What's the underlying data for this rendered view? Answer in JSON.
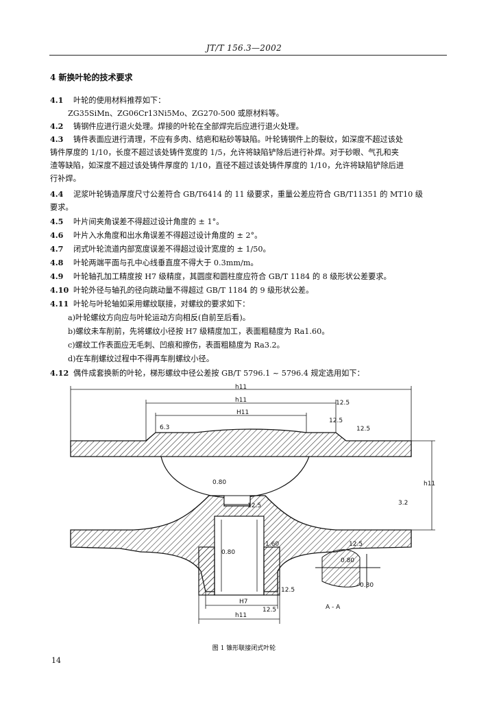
{
  "header": {
    "code": "JT/T 156.3—2002"
  },
  "section": {
    "title": "4   新换叶轮的技术要求"
  },
  "paras": {
    "p4_1_num": "4.1",
    "p4_1_text": "叶轮的使用材料推荐如下：",
    "p4_1_mat": "ZG35SiMn、ZG06Cr13Ni5Mo、ZG270-500 或原材料等。",
    "p4_2_num": "4.2",
    "p4_2_text": "铸钢件应进行退火处理。焊接的叶轮在全部焊完后应进行退火处理。",
    "p4_3_num": "4.3",
    "p4_3_l1": "铸件表面应进行清理，不应有多肉、结疤和粘砂等缺陷。叶轮铸钢件上的裂纹，如深度不超过该处",
    "p4_3_l2": "铸件厚度的 1/10，长度不超过该处铸件宽度的 1/5，允许将缺陷铲除后进行补焊。对于砂眼、气孔和夹",
    "p4_3_l3": "渣等缺陷，如深度不超过该处铸件厚度的 1/10，直径不超过该处铸件厚度的 1/10，允许将缺陷铲除后进",
    "p4_3_l4": "行补焊。",
    "p4_4_num": "4.4",
    "p4_4_l1": "泥浆叶轮铸造厚度尺寸公差符合 GB/T6414 的 11 级要求，重量公差应符合 GB/T11351 的 MT10 级",
    "p4_4_l2": "要求。",
    "p4_5_num": "4.5",
    "p4_5_text": "叶片间夹角误差不得超过设计角度的 ± 1°。",
    "p4_6_num": "4.6",
    "p4_6_text": "叶片入水角度和出水角误差不得超过设计角度的 ± 2°。",
    "p4_7_num": "4.7",
    "p4_7_text": "闭式叶轮流道内部宽度误差不得超过设计宽度的 ± 1/50。",
    "p4_8_num": "4.8",
    "p4_8_text": "叶轮两端平面与孔中心线垂直度不得大于 0.3mm/m。",
    "p4_9_num": "4.9",
    "p4_9_text": "叶轮轴孔加工精度按 H7 级精度，其圆度和圆柱度应符合 GB/T 1184 的 8 级形状公差要求。",
    "p4_10_num": "4.10",
    "p4_10_text": "叶轮外径与轴孔的径向跳动量不得超过 GB/T 1184 的 9 级形状公差。",
    "p4_11_num": "4.11",
    "p4_11_text": "叶轮与叶轮轴如采用螺纹联接，对螺纹的要求如下：",
    "p4_11_a": "a)叶轮螺纹方向应与叶轮运动方向相反(自前至后看)。",
    "p4_11_b": "b)螺纹未车削前，先将螺纹小径按 H7 级精度加工，表面粗糙度为 Ra1.60。",
    "p4_11_c": "c)螺纹工作表面应无毛刺、凹痕和擦伤，表面粗糙度为 Ra3.2。",
    "p4_11_d": "d)在车削螺纹过程中不得再车削螺纹小径。",
    "p4_12_num": "4.12",
    "p4_12_text": "偶件成套换新的叶轮，梯形螺纹中径公差按 GB/T 5796.1 ~ 5796.4 规定选用如下："
  },
  "drawing": {
    "dims": {
      "top_h11": "h11",
      "mid_h11": "h11",
      "inner_H11": "H11",
      "right_h11": "h11",
      "bot_H7": "H7",
      "bot_h11": "h11"
    },
    "roughness": {
      "r1": "12.5",
      "r2": "12.5",
      "r3": "12.5",
      "r4": "6.3",
      "r5": "0.80",
      "r6": "12.5",
      "r7": "3.2",
      "r8": "12.5",
      "r9": "0.80",
      "r10": "1.60",
      "r11": "12.5",
      "r12": "12.5",
      "r13": "0.80",
      "r14": "0.80"
    },
    "section_label": "A - A"
  },
  "caption": "图 1   锥形联接闭式叶轮",
  "page_number": "14"
}
